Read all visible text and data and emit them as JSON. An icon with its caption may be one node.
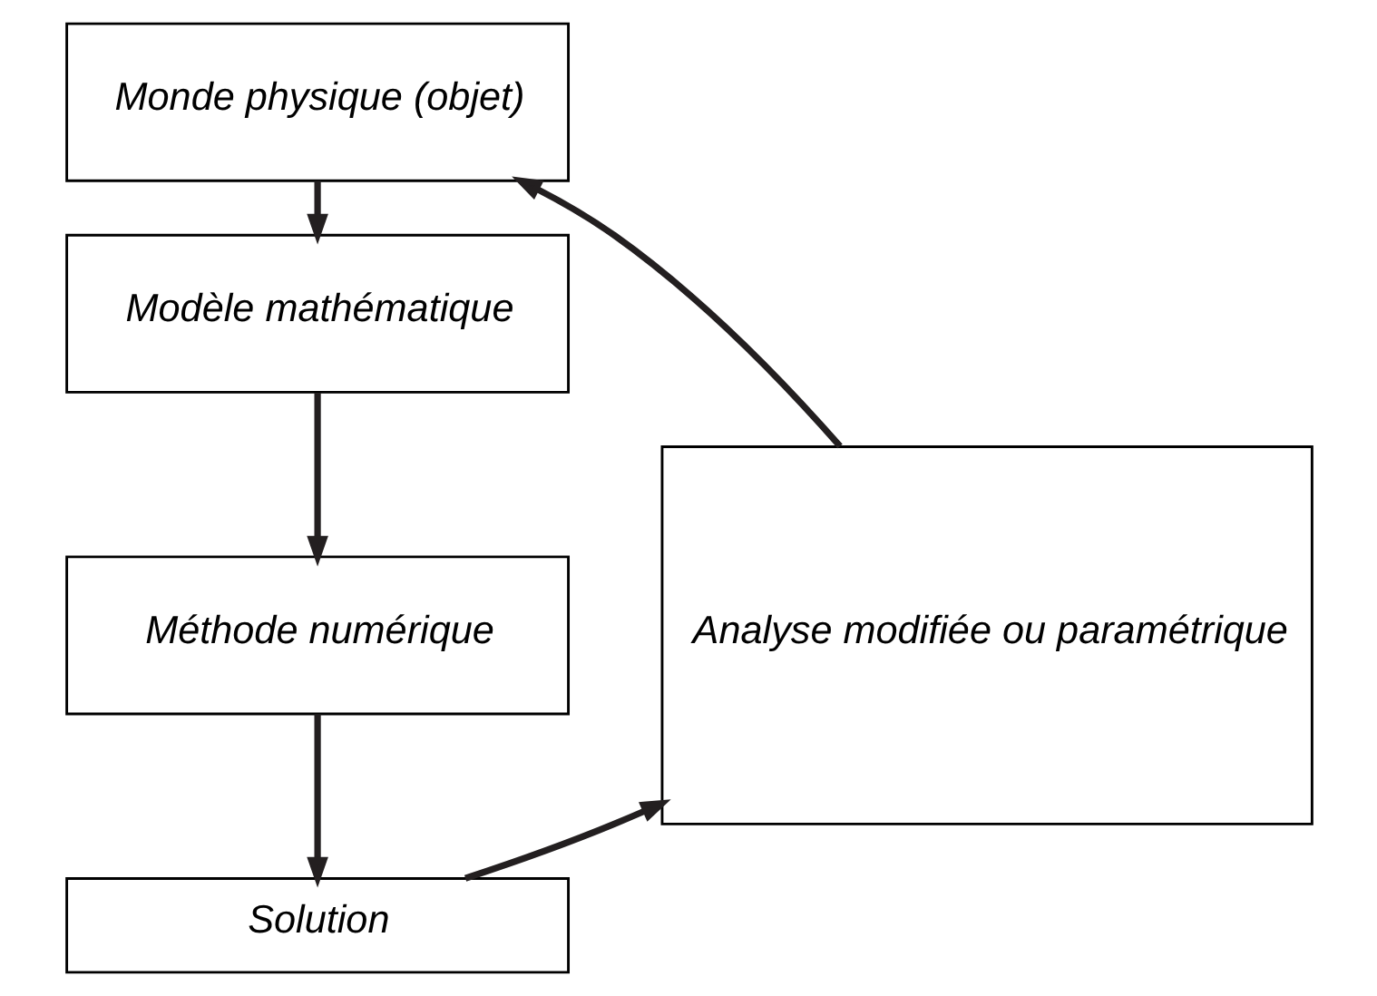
{
  "diagram": {
    "nodes": [
      {
        "text": [
          "Monde physique (objet)"
        ]
      },
      {
        "text": [
          "Modèle mathématique"
        ]
      },
      {
        "text": [
          "Méthode numérique"
        ]
      },
      {
        "text": [
          "Solution"
        ]
      },
      {
        "text": [
          "Analyse modifiée ou paramétrique"
        ]
      }
    ],
    "edges": [
      {
        "from": 0,
        "to": 1,
        "arrow": "to"
      },
      {
        "from": 1,
        "to": 2,
        "arrow": "to"
      },
      {
        "from": 2,
        "to": 3,
        "arrow": "to"
      },
      {
        "from": 3,
        "to": 4,
        "arrow": "to"
      },
      {
        "from": 4,
        "to": 0,
        "arrow": "to"
      }
    ]
  }
}
